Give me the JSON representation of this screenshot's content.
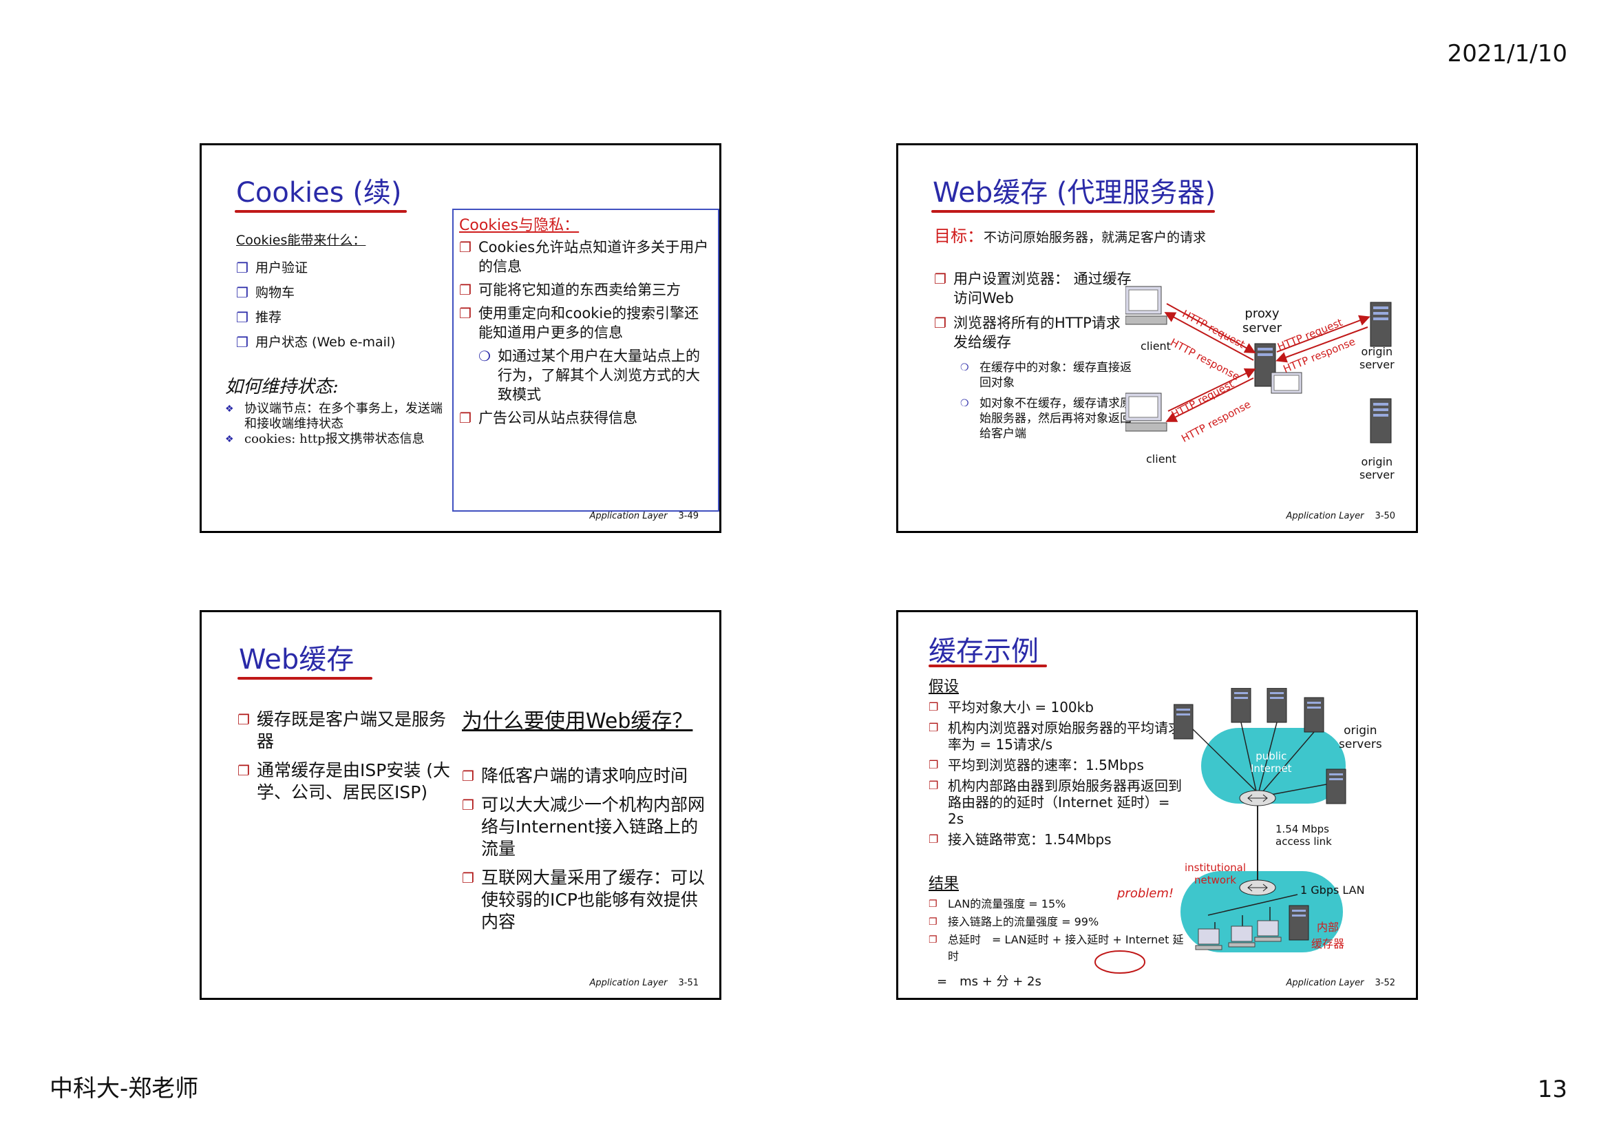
{
  "page": {
    "date": "2021/1/10",
    "author": "中科大-郑老师",
    "number": "13"
  },
  "slide49": {
    "title": "Cookies (续)",
    "left_heading": "Cookies能带来什么：",
    "left_items": [
      "用户验证",
      "购物车",
      "推荐",
      "用户状态 (Web e-mail)"
    ],
    "state_heading": "如何维持状态:",
    "state_items": [
      "协议端节点：在多个事务上，发送端和接收端维持状态",
      "cookies: http报文携带状态信息"
    ],
    "privacy_heading": "Cookies与隐私：",
    "privacy_items": [
      "Cookies允许站点知道许多关于用户的信息",
      "可能将它知道的东西卖给第三方",
      "使用重定向和cookie的搜索引擎还能知道用户更多的信息"
    ],
    "privacy_sub": "如通过某个用户在大量站点上的行为，了解其个人浏览方式的大致模式",
    "privacy_last": "广告公司从站点获得信息",
    "footer": "Application Layer",
    "footer_num": "3-49"
  },
  "slide50": {
    "title": "Web缓存 (代理服务器)",
    "goal_label": "目标：",
    "goal_text": "不访问原始服务器，就满足客户的请求",
    "items": [
      "用户设置浏览器： 通过缓存访问Web",
      "浏览器将所有的HTTP请求发给缓存"
    ],
    "sub_items": [
      "在缓存中的对象：缓存直接返回对象",
      "如对象不在缓存，缓存请求原始服务器，然后再将对象返回给客户端"
    ],
    "diagram": {
      "proxy": "proxy\nserver",
      "client1": "client",
      "client2": "client",
      "origin1": "origin\nserver",
      "origin2": "origin\nserver",
      "http_request": "HTTP request",
      "http_response": "HTTP response"
    },
    "footer": "Application Layer",
    "footer_num": "3-50"
  },
  "slide51": {
    "title": "Web缓存",
    "left_items": [
      "缓存既是客户端又是服务器",
      "通常缓存是由ISP安装 (大学、公司、居民区ISP)"
    ],
    "right_heading": "为什么要使用Web缓存？",
    "right_items": [
      "降低客户端的请求响应时间",
      "可以大大减少一个机构内部网络与Internent接入链路上的流量",
      "互联网大量采用了缓存：可以使较弱的ICP也能够有效提供内容"
    ],
    "footer": "Application Layer",
    "footer_num": "3-51"
  },
  "slide52": {
    "title": "缓存示例",
    "assume_heading": "假设",
    "assume_items": [
      "平均对象大小 = 100kb",
      "机构内浏览器对原始服务器的平均请求率为 = 15请求/s",
      "平均到浏览器的速率：1.5Mbps",
      "机构内部路由器到原始服务器再返回到路由器的的延时（Internet 延时）= 2s",
      "接入链路带宽：1.54Mbps"
    ],
    "result_heading": "结果",
    "result_items": [
      "LAN的流量强度 = 15%",
      "接入链路上的流量强度 = 99%",
      "总延时　= LAN延时 + 接入延时 + Internet 延时"
    ],
    "result_last": "=　ms + 分 + 2s",
    "diagram": {
      "origin_servers": "origin\nservers",
      "public_internet": "public\nInternet",
      "access_link": "1.54 Mbps\naccess link",
      "institutional": "institutional\nnetwork",
      "lan": "1 Gbps LAN",
      "problem": "problem!",
      "cache": "内部\n缓存器"
    },
    "footer": "Application Layer",
    "footer_num": "3-52"
  }
}
